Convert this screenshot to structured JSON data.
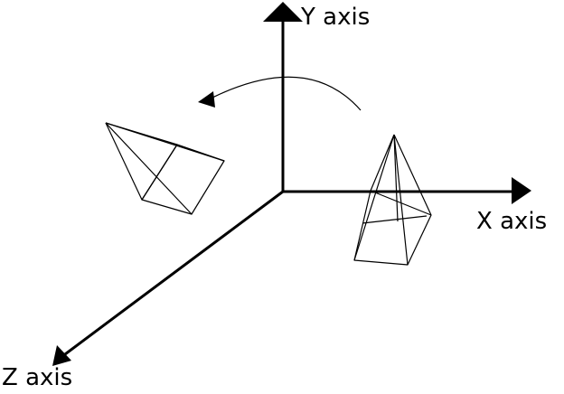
{
  "axes": {
    "y_label": "Y axis",
    "x_label": "X axis",
    "z_label": "Z axis"
  },
  "colors": {
    "ink": "#000000",
    "background": "#ffffff"
  }
}
